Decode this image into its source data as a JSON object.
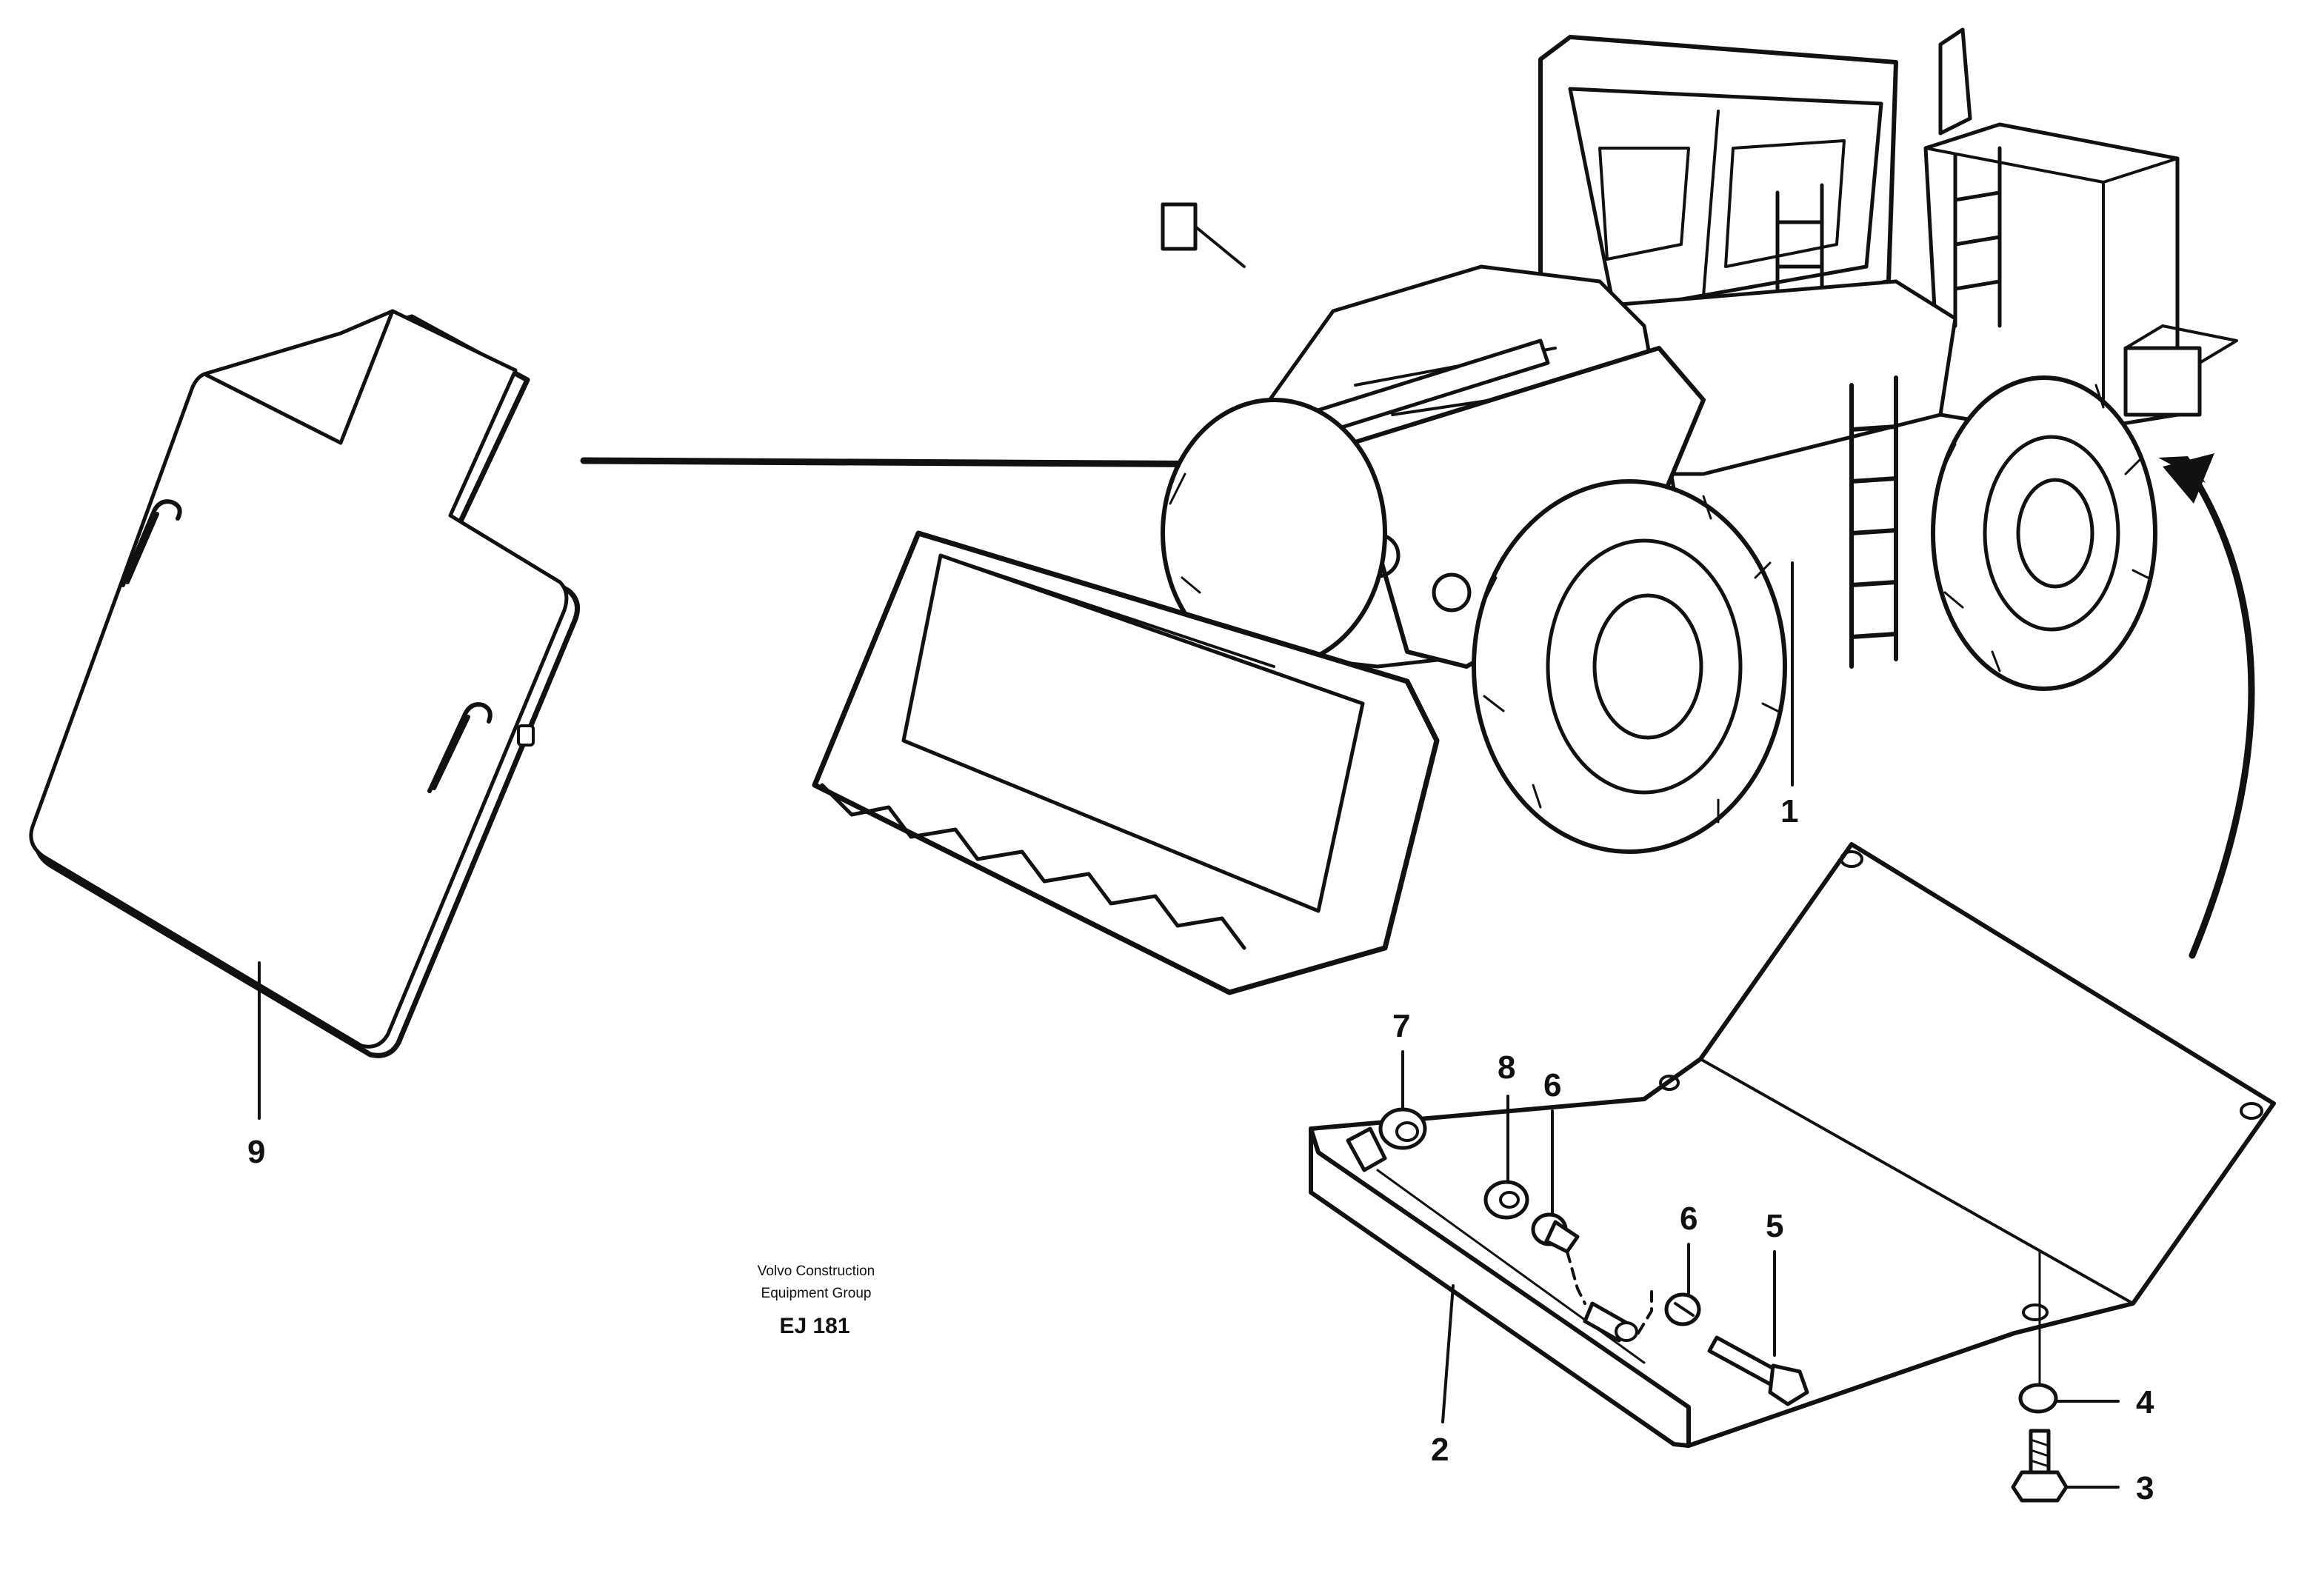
{
  "callouts": {
    "c1": "1",
    "c2": "2",
    "c3": "3",
    "c4": "4",
    "c5": "5",
    "c6a": "6",
    "c6b": "6",
    "c7": "7",
    "c8": "8",
    "c9": "9"
  },
  "credit": {
    "line1": "Volvo Construction",
    "line2": "Equipment Group",
    "code": "EJ 181"
  }
}
